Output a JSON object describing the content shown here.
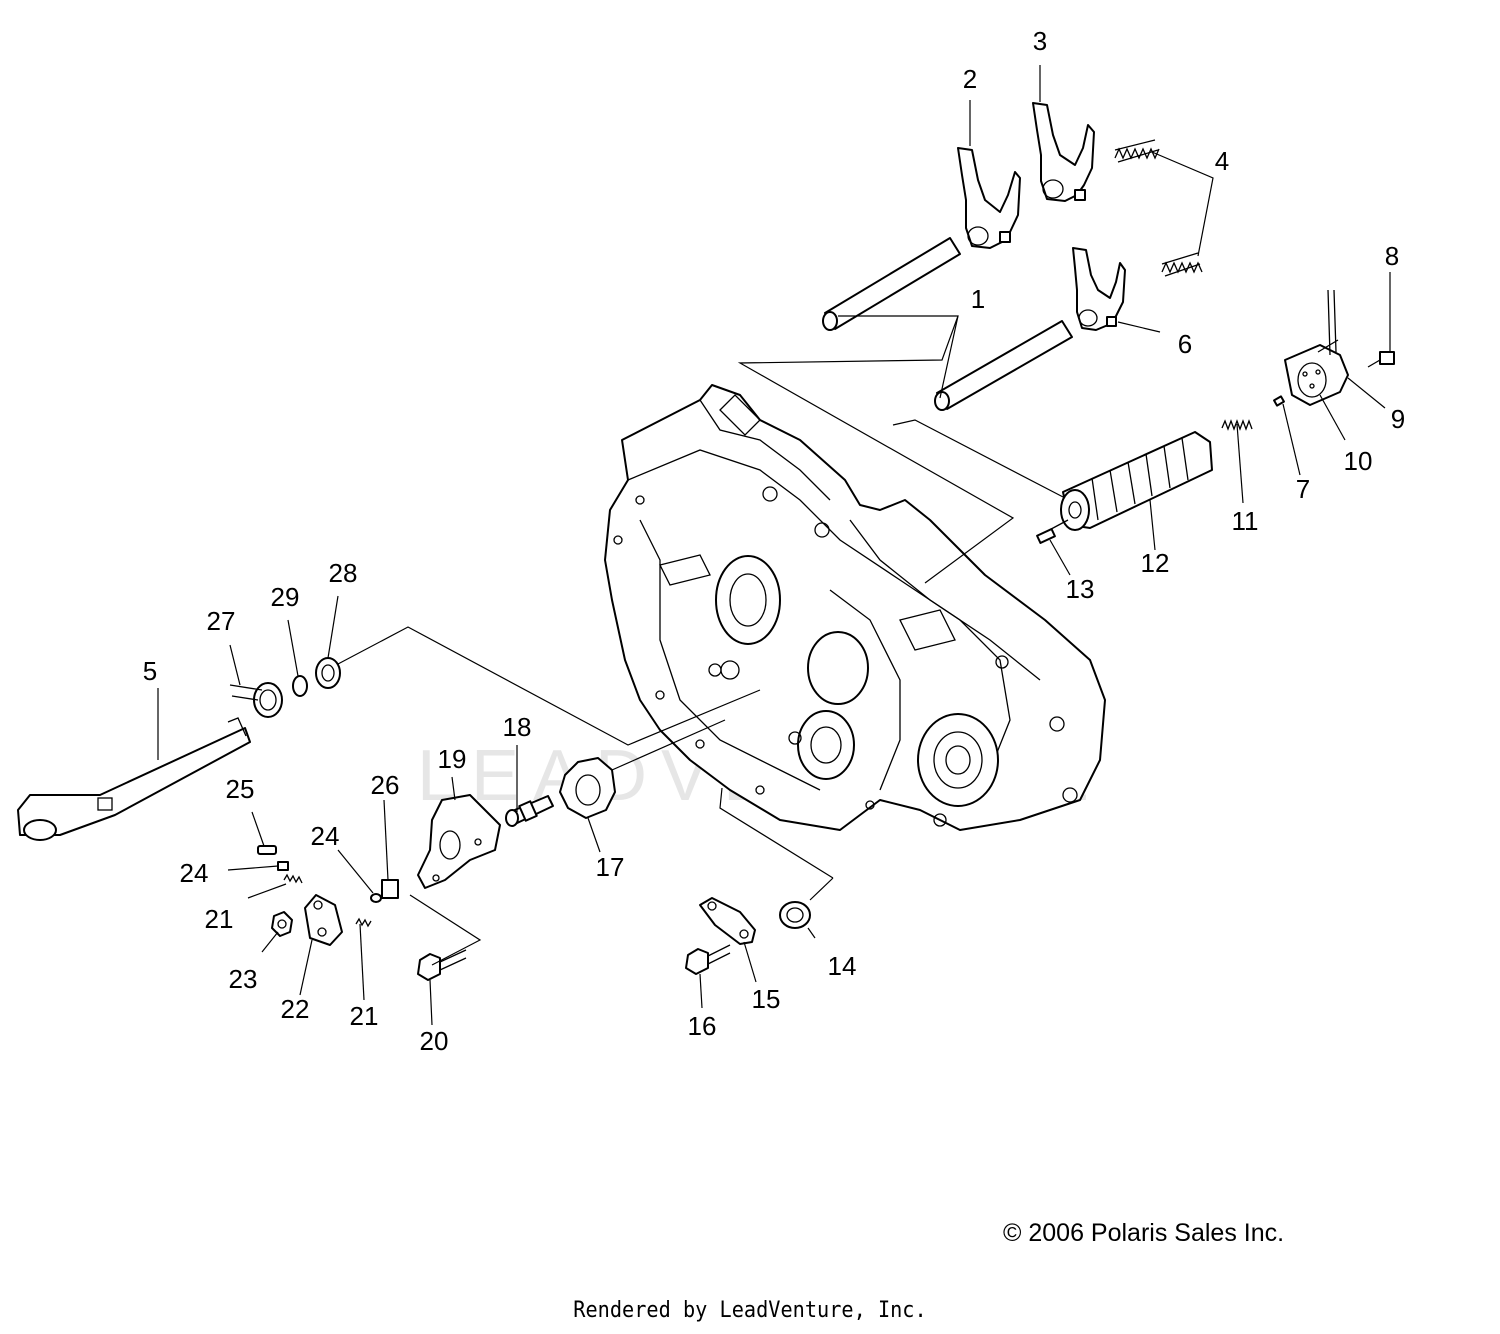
{
  "diagram": {
    "watermark": "LEADVENTURE",
    "copyright": "© 2006 Polaris Sales Inc.",
    "rendered_by": "Rendered by LeadVenture, Inc.",
    "callouts": [
      "1",
      "2",
      "3",
      "4",
      "5",
      "6",
      "7",
      "8",
      "9",
      "10",
      "11",
      "12",
      "13",
      "14",
      "15",
      "16",
      "17",
      "18",
      "19",
      "20",
      "21",
      "21",
      "22",
      "23",
      "24",
      "24",
      "25",
      "26",
      "27",
      "28",
      "29"
    ]
  }
}
